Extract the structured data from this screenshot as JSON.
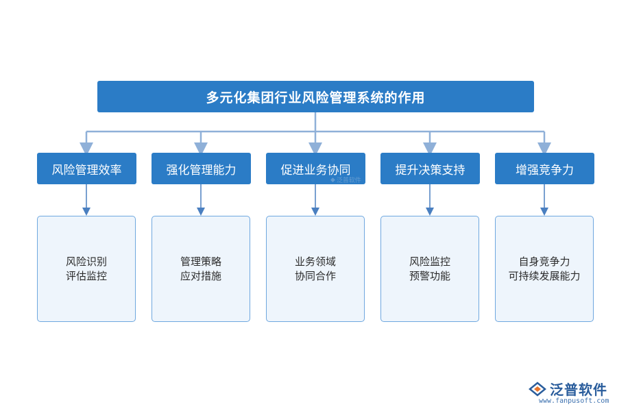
{
  "title": "多元化集团行业风险管理系统的作用",
  "categories": [
    {
      "label": "风险管理效率",
      "lines": [
        "风险识别",
        "评估监控"
      ]
    },
    {
      "label": "强化管理能力",
      "lines": [
        "管理策略",
        "应对措施"
      ]
    },
    {
      "label": "促进业务协同",
      "lines": [
        "业务领域",
        "协同合作"
      ]
    },
    {
      "label": "提升决策支持",
      "lines": [
        "风险监控",
        "预警功能"
      ]
    },
    {
      "label": "增强竞争力",
      "lines": [
        "自身竞争力",
        "可持续发展能力"
      ]
    }
  ],
  "watermark": "泛普软件",
  "logo": {
    "name": "泛普软件",
    "url": "www.fanpusoft.com"
  },
  "colors": {
    "box_fill": "#2b7cc6",
    "detail_fill": "#eef5fc",
    "detail_border": "#6ea7df",
    "connector": "#8fb0d8"
  }
}
